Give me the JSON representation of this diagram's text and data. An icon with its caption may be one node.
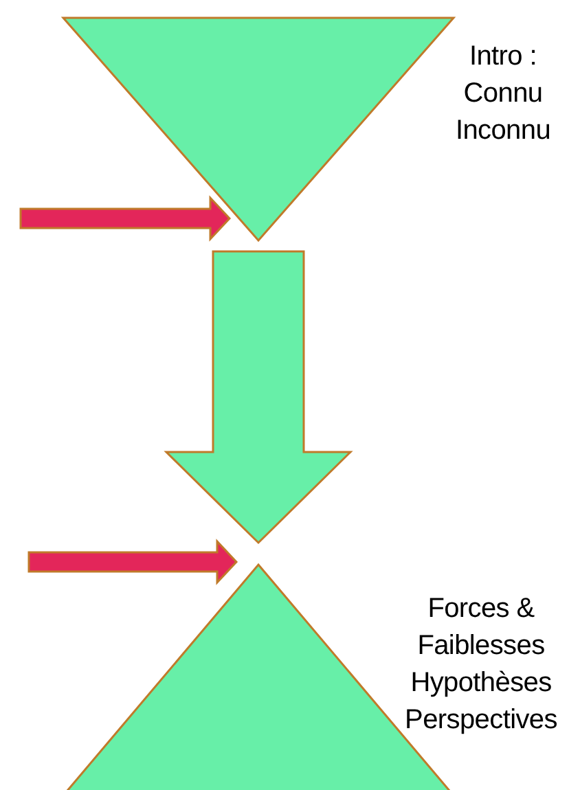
{
  "diagram": {
    "nodes": [
      {
        "text": [],
        "shape": "triangle",
        "beside": [
          "Intro : Connu Inconnu"
        ]
      },
      {
        "text": [],
        "shape": "triangle",
        "beside": [
          "Forces & Faiblesses Hypothèses Perspectives"
        ]
      }
    ],
    "edges": [
      {
        "from": 0,
        "to": 1,
        "arrow": "to",
        "style": "thick"
      },
      {
        "from": null,
        "to": 0,
        "arrow": "to",
        "style": "thick",
        "color": "#e3265a"
      },
      {
        "from": null,
        "to": 1,
        "arrow": "to",
        "style": "thick",
        "color": "#e3265a"
      }
    ]
  }
}
